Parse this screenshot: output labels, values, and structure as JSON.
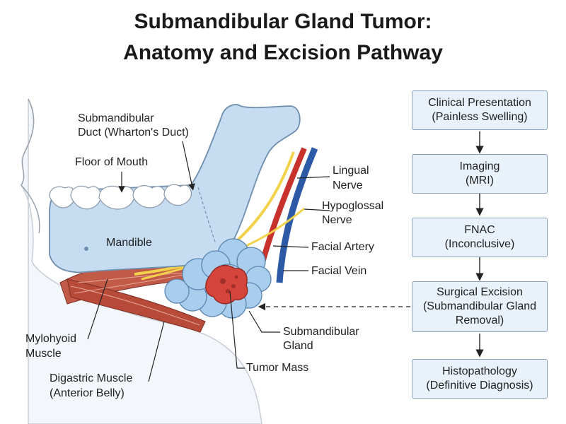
{
  "title": {
    "line1": "Submandibular Gland Tumor:",
    "line2": "Anatomy and Excision Pathway"
  },
  "labels": {
    "duct_line1": "Submandibular",
    "duct_line2": "Duct (Wharton's Duct)",
    "floor_of_mouth": "Floor of Mouth",
    "lingual_line1": "Lingual",
    "lingual_line2": "Nerve",
    "hypoglossal_line1": "Hypoglossal",
    "hypoglossal_line2": "Nerve",
    "mandible": "Mandible",
    "facial_artery": "Facial Artery",
    "facial_vein": "Facial Vein",
    "mylohyoid_line1": "Mylohyoid",
    "mylohyoid_line2": "Muscle",
    "digastric_line1": "Digastric Muscle",
    "digastric_line2": "(Anterior Belly)",
    "gland_line1": "Submandibular",
    "gland_line2": "Gland",
    "tumor_mass": "Tumor Mass"
  },
  "flowchart": [
    {
      "line1": "Clinical Presentation",
      "line2": "(Painless Swelling)",
      "line3": ""
    },
    {
      "line1": "Imaging",
      "line2": "(MRI)",
      "line3": ""
    },
    {
      "line1": "FNAC",
      "line2": "(Inconclusive)",
      "line3": ""
    },
    {
      "line1": "Surgical Excision",
      "line2": "(Submandibular Gland",
      "line3": "Removal)"
    },
    {
      "line1": "Histopathology",
      "line2": "(Definitive Diagnosis)",
      "line3": ""
    }
  ],
  "colors": {
    "bone": "#c6dcf0",
    "bone_stroke": "#6f8fb0",
    "muscle": "#b84a3a",
    "artery": "#c8322c",
    "vein": "#2c5aa6",
    "nerve": "#f1d24a",
    "gland": "#a9cdec",
    "tumor": "#d6453b",
    "box_fill": "#e9f1fa",
    "box_stroke": "#8aa2bb"
  }
}
